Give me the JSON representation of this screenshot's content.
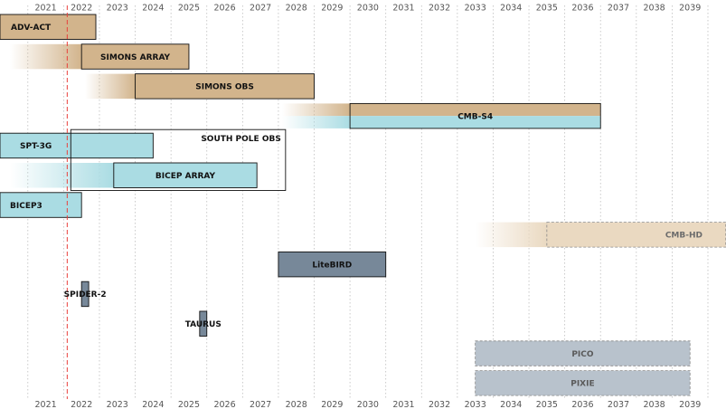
{
  "chart_data": {
    "type": "gantt",
    "title": "",
    "xlabel": "",
    "ylabel": "",
    "x_range": [
      2020.5,
      2040
    ],
    "years": [
      2021,
      2022,
      2023,
      2024,
      2025,
      2026,
      2027,
      2028,
      2029,
      2030,
      2031,
      2032,
      2033,
      2034,
      2035,
      2036,
      2037,
      2038,
      2039
    ],
    "grid": true,
    "current_marker": {
      "year": 2022.1,
      "color": "#e8413c"
    },
    "colors": {
      "ground_atacama": "#d2b48c",
      "ground_southpole": "#aadce3",
      "balloon_space": "#778899",
      "proposed": "#b8c2cc",
      "future_ground": "#ead9c1"
    },
    "experiments": [
      {
        "name": "ADV-ACT",
        "start": 2016.0,
        "end": 2022.9,
        "row": 0,
        "color": "ground_atacama",
        "fade_from": null,
        "label_position": "left"
      },
      {
        "name": "SIMONS ARRAY",
        "start": 2022.5,
        "end": 2025.5,
        "row": 1,
        "color": "ground_atacama",
        "fade_from": 2020.5,
        "label_position": "center"
      },
      {
        "name": "SIMONS OBS",
        "start": 2024.0,
        "end": 2029.0,
        "row": 2,
        "color": "ground_atacama",
        "fade_from": 2022.6,
        "label_position": "center"
      },
      {
        "name": "CMB-S4",
        "start": 2030.0,
        "end": 2037.0,
        "row": 3,
        "color": "ground_atacama",
        "color2": "ground_southpole",
        "fade_from": 2028.1,
        "label_position": "center"
      },
      {
        "name": "SPT-3G",
        "start": 2016.0,
        "end": 2024.5,
        "row": 4,
        "color": "ground_southpole",
        "fade_from": null,
        "label_position": "left"
      },
      {
        "name": "BICEP ARRAY",
        "start": 2023.4,
        "end": 2027.4,
        "row": 5,
        "color": "ground_southpole",
        "fade_from": 2020.5,
        "label_position": "center"
      },
      {
        "name": "BICEP3",
        "start": 2016.0,
        "end": 2022.5,
        "row": 6,
        "color": "ground_southpole",
        "fade_from": null,
        "label_position": "left"
      },
      {
        "name": "CMB-HD",
        "start": 2035.5,
        "end": 2040.5,
        "row": 7,
        "color": "future_ground",
        "fade_from": 2033.5,
        "dashed": true,
        "label_position": "right"
      },
      {
        "name": "LiteBIRD",
        "start": 2028.0,
        "end": 2031.0,
        "row": 8,
        "color": "balloon_space",
        "fade_from": null,
        "label_position": "center"
      },
      {
        "name": "SPIDER-2",
        "start": 2022.5,
        "end": 2022.7,
        "row": 9,
        "color": "balloon_space",
        "fade_from": null,
        "label_position": "overlay"
      },
      {
        "name": "TAURUS",
        "start": 2025.8,
        "end": 2026.0,
        "row": 10,
        "color": "balloon_space",
        "fade_from": null,
        "label_position": "overlay"
      },
      {
        "name": "PICO",
        "start": 2033.5,
        "end": 2039.5,
        "row": 11,
        "color": "proposed",
        "fade_from": null,
        "dashed": true,
        "label_position": "center"
      },
      {
        "name": "PIXIE",
        "start": 2033.5,
        "end": 2039.5,
        "row": 12,
        "color": "proposed",
        "fade_from": null,
        "dashed": true,
        "label_position": "center"
      }
    ],
    "groups": [
      {
        "name": "SOUTH POLE OBS",
        "start": 2022.2,
        "end": 2028.2,
        "rows": [
          4,
          5
        ]
      }
    ]
  }
}
